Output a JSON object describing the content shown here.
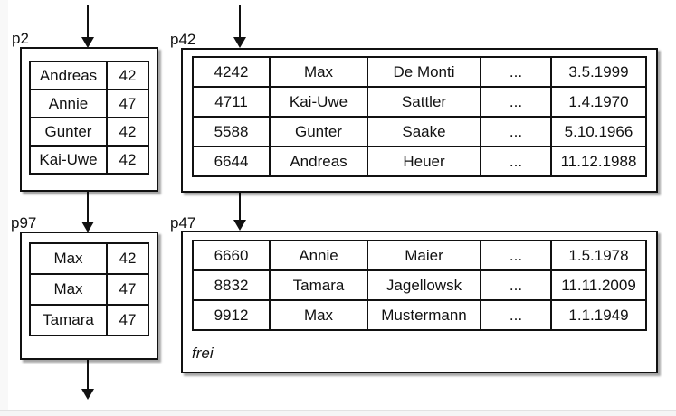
{
  "canvas": {
    "background": "#ffffff",
    "ink_color": "#111111",
    "box_fill": "#ffffff"
  },
  "pages": {
    "p2": {
      "label": "p2",
      "rows": [
        [
          "Andreas",
          "42"
        ],
        [
          "Annie",
          "47"
        ],
        [
          "Gunter",
          "42"
        ],
        [
          "Kai-Uwe",
          "42"
        ]
      ]
    },
    "p42": {
      "label": "p42",
      "rows": [
        [
          "4242",
          "Max",
          "De Monti",
          "...",
          "3.5.1999"
        ],
        [
          "4711",
          "Kai-Uwe",
          "Sattler",
          "...",
          "1.4.1970"
        ],
        [
          "5588",
          "Gunter",
          "Saake",
          "...",
          "5.10.1966"
        ],
        [
          "6644",
          "Andreas",
          "Heuer",
          "...",
          "11.12.1988"
        ]
      ]
    },
    "p97": {
      "label": "p97",
      "rows": [
        [
          "Max",
          "42"
        ],
        [
          "Max",
          "47"
        ],
        [
          "Tamara",
          "47"
        ]
      ]
    },
    "p47": {
      "label": "p47",
      "rows": [
        [
          "6660",
          "Annie",
          "Maier",
          "...",
          "1.5.1978"
        ],
        [
          "8832",
          "Tamara",
          "Jagellowsk",
          "...",
          "11.11.2009"
        ],
        [
          "9912",
          "Max",
          "Mustermann",
          "...",
          "1.1.1949"
        ]
      ],
      "free_label": "frei"
    }
  },
  "arrows": [
    {
      "from": "top",
      "to": "p2"
    },
    {
      "from": "top",
      "to": "p42"
    },
    {
      "from": "p2",
      "to": "p97"
    },
    {
      "from": "p42",
      "to": "p47"
    },
    {
      "from": "p97",
      "to": "bottom"
    }
  ]
}
